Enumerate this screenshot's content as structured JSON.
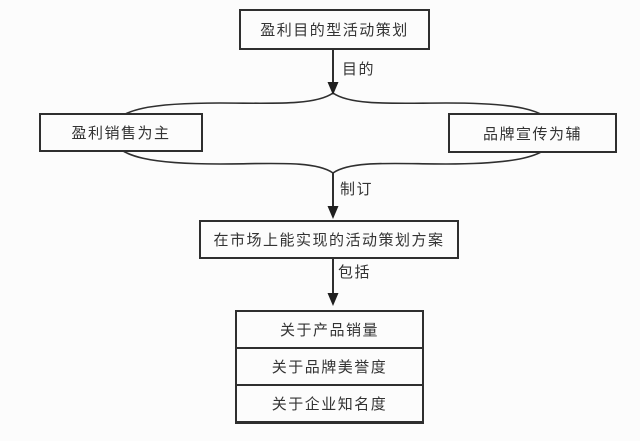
{
  "page": {
    "background": "#fcfcfc",
    "line_color": "#2f2f2f",
    "text_color": "#333333"
  },
  "flowchart": {
    "root": {
      "label": "盈利目的型活动策划"
    },
    "edges": {
      "purpose": {
        "label": "目的"
      },
      "formulate": {
        "label": "制订"
      },
      "include": {
        "label": "包括"
      }
    },
    "branches": {
      "left": {
        "label": "盈利销售为主"
      },
      "right": {
        "label": "品牌宣传为辅"
      }
    },
    "plan": {
      "label": "在市场上能实现的活动策划方案"
    },
    "items": [
      {
        "label": "关于产品销量"
      },
      {
        "label": "关于品牌美誉度"
      },
      {
        "label": "关于企业知名度"
      }
    ]
  }
}
